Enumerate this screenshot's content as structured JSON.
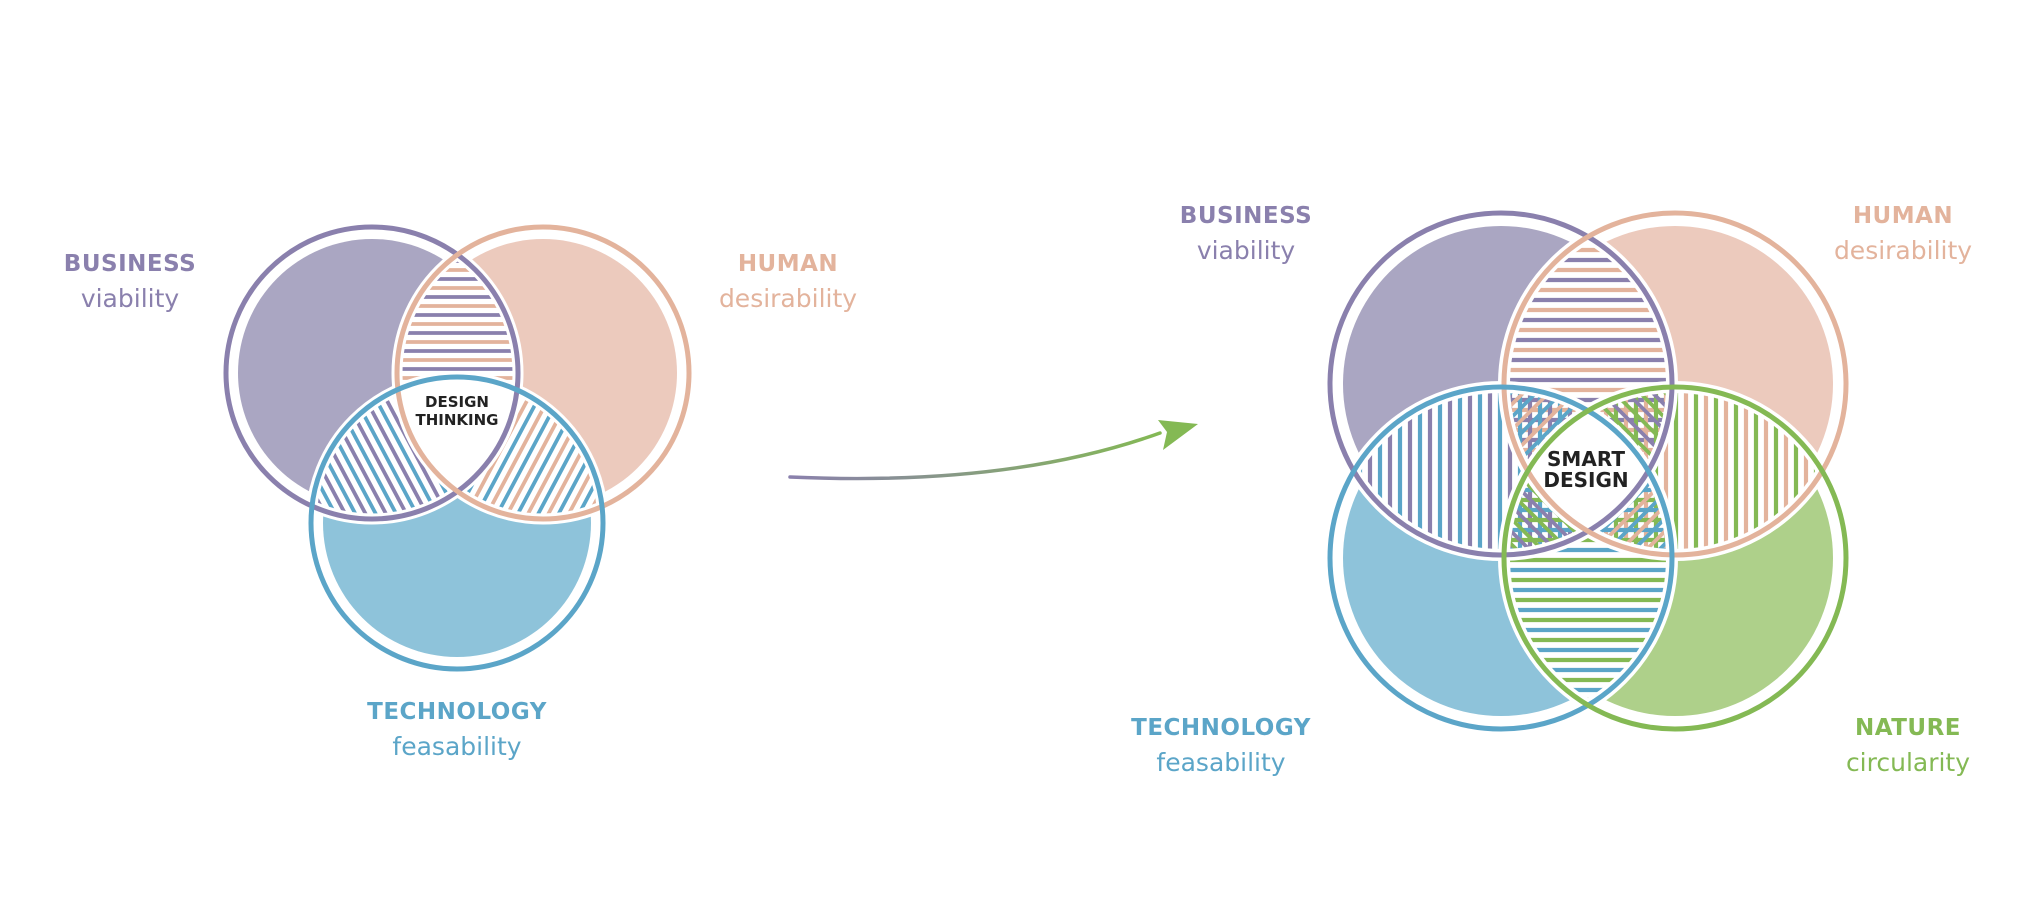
{
  "colors": {
    "business": "#8a80ad",
    "business_fill": "#aaa6c2",
    "human": "#e3b39c",
    "human_fill": "#eccabd",
    "technology": "#5ba5c8",
    "technology_fill": "#8ec3da",
    "nature": "#84b954",
    "nature_fill": "#aed08a",
    "center_text": "#222222"
  },
  "left_diagram": {
    "center": [
      "DESIGN",
      "THINKING"
    ],
    "business": {
      "title": "BUSINESS",
      "sub": "viability"
    },
    "human": {
      "title": "HUMAN",
      "sub": "desirability"
    },
    "technology": {
      "title": "TECHNOLOGY",
      "sub": "feasability"
    }
  },
  "right_diagram": {
    "center": [
      "SMART",
      "DESIGN"
    ],
    "business": {
      "title": "BUSINESS",
      "sub": "viability"
    },
    "human": {
      "title": "HUMAN",
      "sub": "desirability"
    },
    "technology": {
      "title": "TECHNOLOGY",
      "sub": "feasability"
    },
    "nature": {
      "title": "NATURE",
      "sub": "circularity"
    }
  },
  "arrow": {
    "icon": "arrow-right-icon"
  }
}
